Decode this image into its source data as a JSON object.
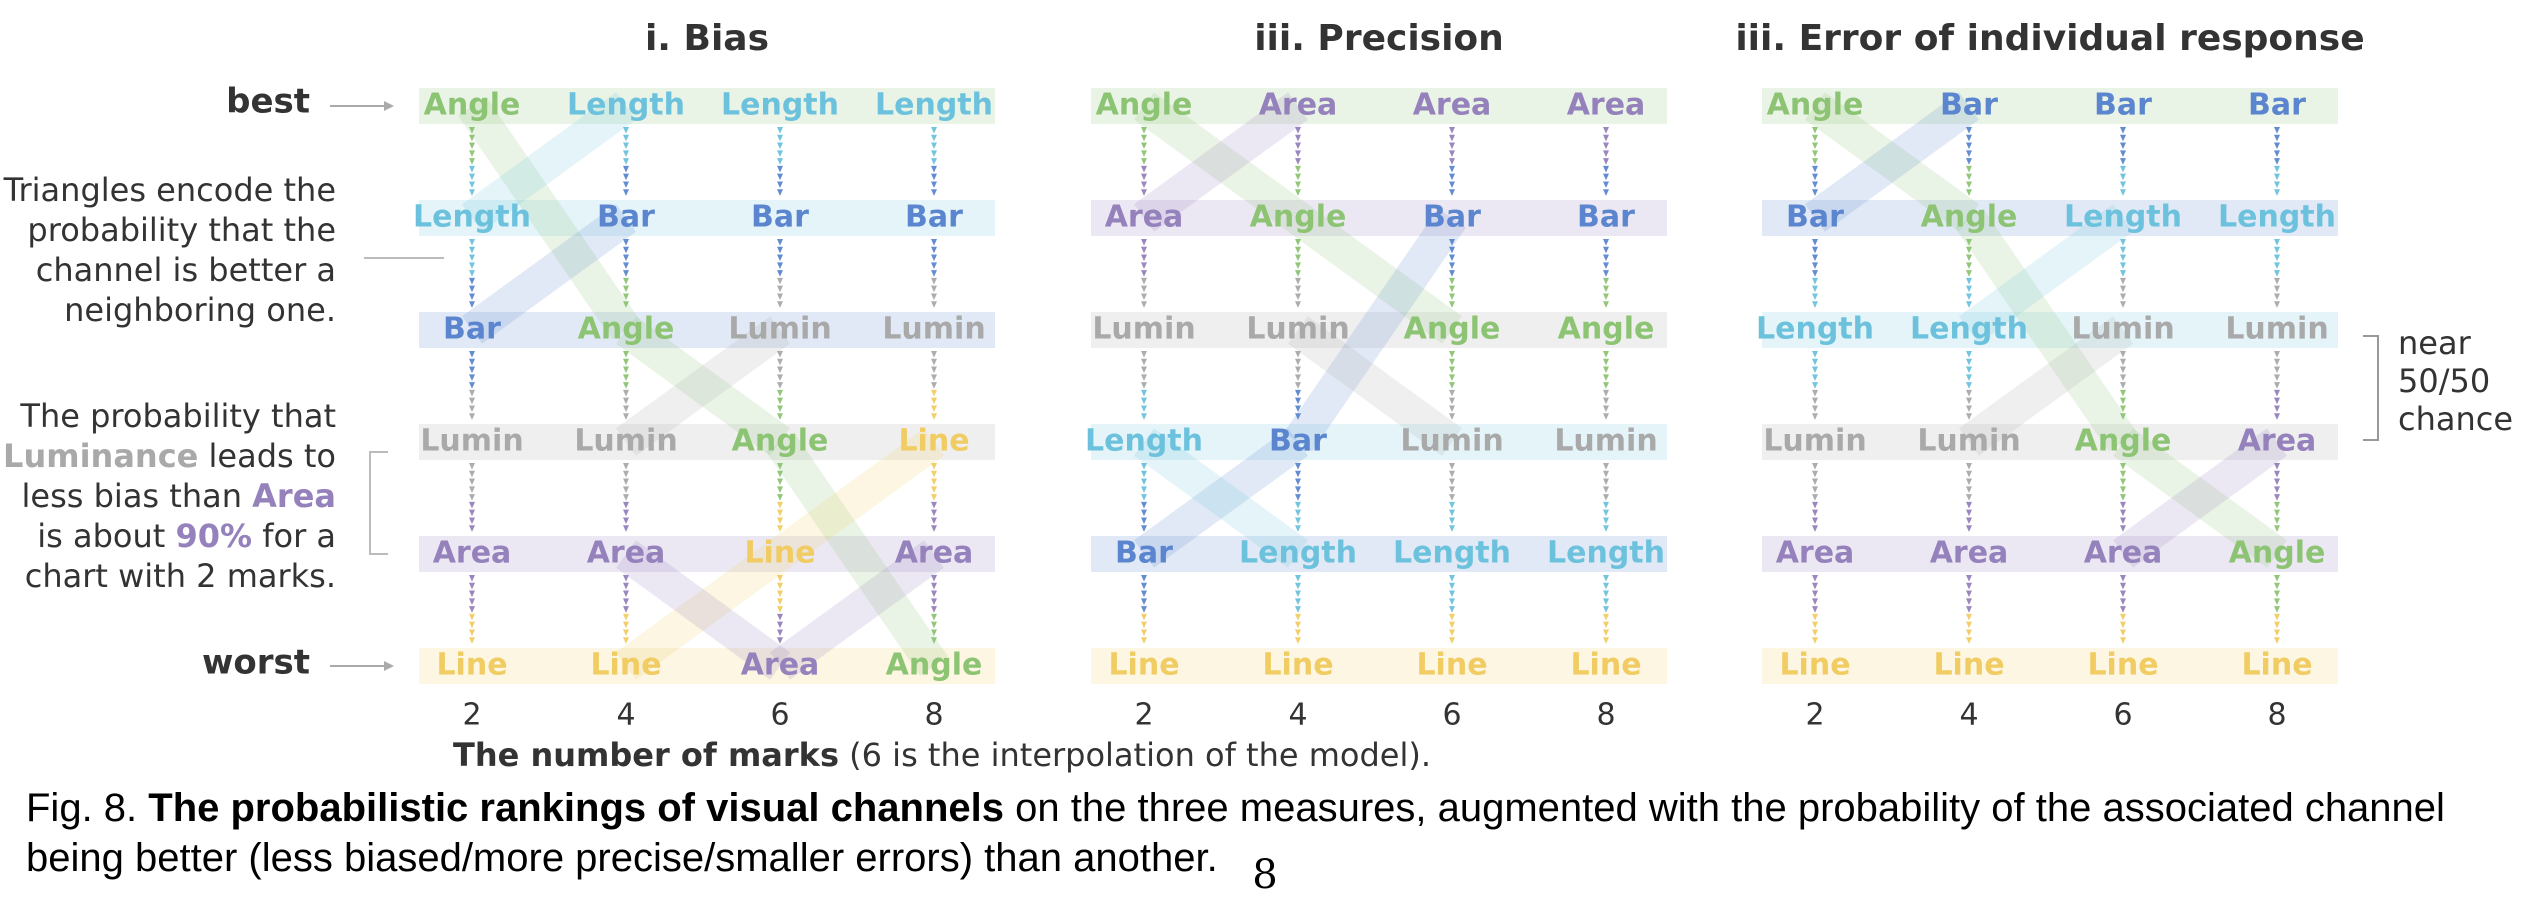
{
  "colors": {
    "Angle": "#8cc474",
    "Length": "#6cc2dc",
    "Bar": "#5b86cf",
    "Lumin": "#a9a9a9",
    "Area": "#9581bb",
    "Line": "#f0cc62"
  },
  "left_annotations": {
    "best": "best",
    "worst": "worst",
    "note1": [
      "Triangles encode the",
      "probability that the",
      "channel is better a",
      "neighboring one."
    ],
    "note2_lines": [
      [
        {
          "t": "The probability that",
          "c": ""
        }
      ],
      [
        {
          "t": "Luminance",
          "c": "Lumin"
        },
        {
          "t": " leads to",
          "c": ""
        }
      ],
      [
        {
          "t": "less bias than ",
          "c": ""
        },
        {
          "t": "Area",
          "c": "Area"
        }
      ],
      [
        {
          "t": "is about ",
          "c": ""
        },
        {
          "t": "90%",
          "c": "Area"
        },
        {
          "t": " for a",
          "c": ""
        }
      ],
      [
        {
          "t": "chart with 2 marks.",
          "c": ""
        }
      ]
    ]
  },
  "right_annotation": [
    "near",
    "50/50",
    "chance"
  ],
  "xlabel": {
    "bold": "The number of marks",
    "rest": " (6 is the interpolation of the model)."
  },
  "chart_data": [
    {
      "type": "ranking",
      "title": "i. Bias",
      "x": [
        2,
        4,
        6,
        8
      ],
      "ranks": [
        [
          "Angle",
          "Length",
          "Length",
          "Length"
        ],
        [
          "Length",
          "Bar",
          "Bar",
          "Bar"
        ],
        [
          "Bar",
          "Angle",
          "Lumin",
          "Lumin"
        ],
        [
          "Lumin",
          "Lumin",
          "Angle",
          "Line"
        ],
        [
          "Area",
          "Area",
          "Line",
          "Area"
        ],
        [
          "Line",
          "Line",
          "Area",
          "Angle"
        ]
      ]
    },
    {
      "type": "ranking",
      "title": "iii. Precision",
      "x": [
        2,
        4,
        6,
        8
      ],
      "ranks": [
        [
          "Angle",
          "Area",
          "Area",
          "Area"
        ],
        [
          "Area",
          "Angle",
          "Bar",
          "Bar"
        ],
        [
          "Lumin",
          "Lumin",
          "Angle",
          "Angle"
        ],
        [
          "Length",
          "Bar",
          "Lumin",
          "Lumin"
        ],
        [
          "Bar",
          "Length",
          "Length",
          "Length"
        ],
        [
          "Line",
          "Line",
          "Line",
          "Line"
        ]
      ]
    },
    {
      "type": "ranking",
      "title": "iii. Error of individual response",
      "x": [
        2,
        4,
        6,
        8
      ],
      "ranks": [
        [
          "Angle",
          "Bar",
          "Bar",
          "Bar"
        ],
        [
          "Bar",
          "Angle",
          "Length",
          "Length"
        ],
        [
          "Length",
          "Length",
          "Lumin",
          "Lumin"
        ],
        [
          "Lumin",
          "Lumin",
          "Angle",
          "Area"
        ],
        [
          "Area",
          "Area",
          "Area",
          "Angle"
        ],
        [
          "Line",
          "Line",
          "Line",
          "Line"
        ]
      ]
    }
  ],
  "caption": {
    "prefix": "Fig. 8. ",
    "bold": "The probabilistic rankings of visual channels",
    "rest": " on the three measures, augmented with the probability of the associated channel being better (less biased/more precise/smaller errors) than another."
  },
  "page_number": "8"
}
